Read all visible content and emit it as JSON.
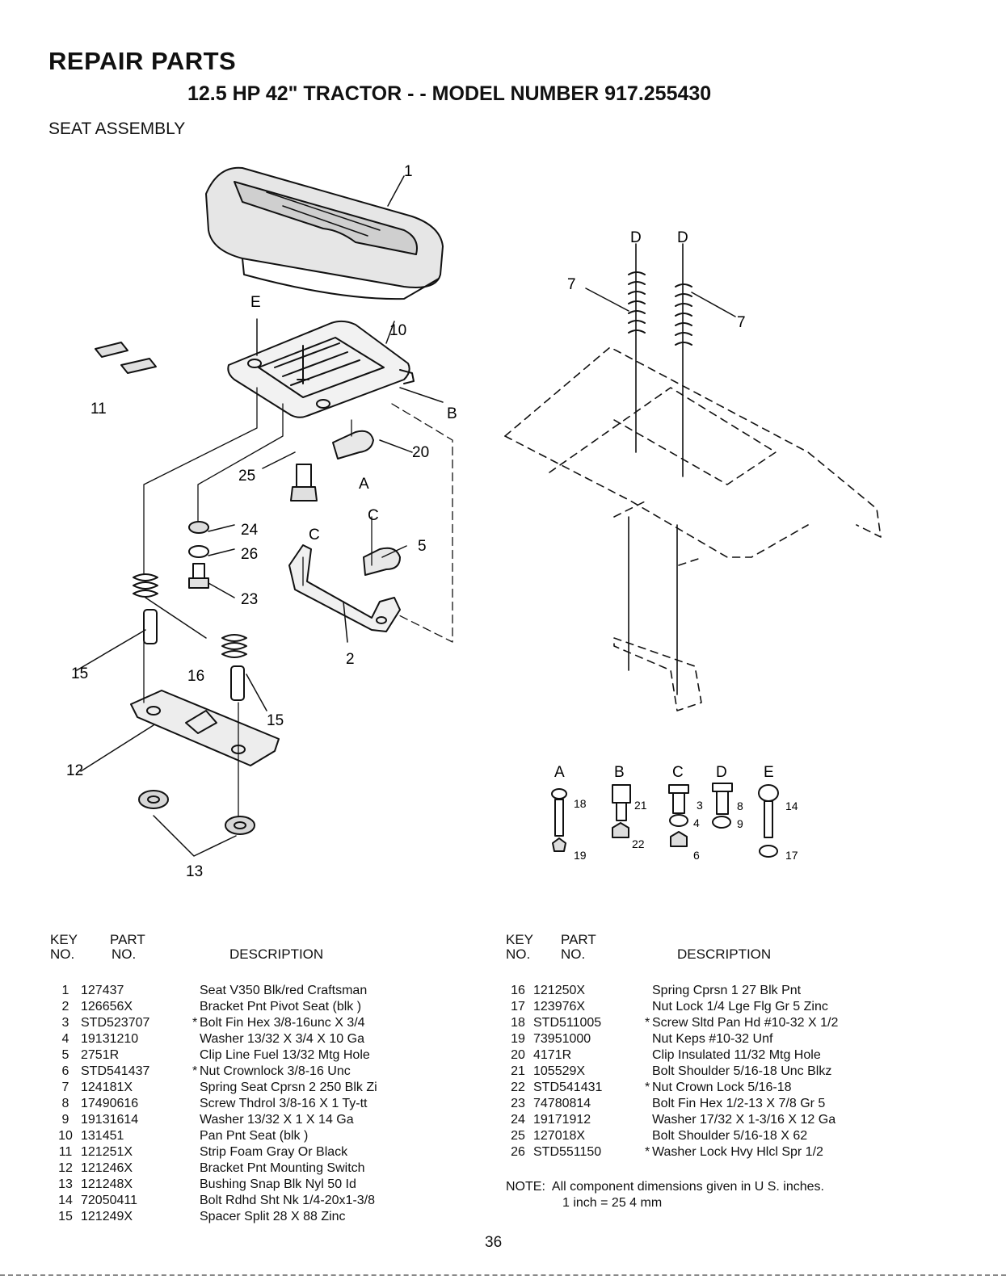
{
  "header": {
    "title": "REPAIR PARTS",
    "subtitle": "12.5 HP 42\" TRACTOR - - MODEL NUMBER 917.255430",
    "section": "SEAT ASSEMBLY"
  },
  "diagram": {
    "callouts": [
      "1",
      "10",
      "11",
      "25",
      "20",
      "24",
      "26",
      "23",
      "5",
      "2",
      "15",
      "16",
      "15",
      "12",
      "13",
      "7",
      "7"
    ],
    "letters": [
      "E",
      "B",
      "A",
      "C",
      "C",
      "D",
      "D"
    ],
    "hardware_letters": [
      "A",
      "B",
      "C",
      "D",
      "E"
    ],
    "hardware_numbers": [
      "18",
      "19",
      "21",
      "22",
      "3",
      "4",
      "6",
      "8",
      "9",
      "14",
      "17"
    ]
  },
  "table_headers": {
    "key_line1": "KEY",
    "key_line2": "NO.",
    "part_line1": "PART",
    "part_line2": "NO.",
    "description": "DESCRIPTION"
  },
  "parts_left": [
    {
      "key": "1",
      "part": "127437",
      "star": "",
      "desc": "Seat V350 Blk/red Craftsman"
    },
    {
      "key": "2",
      "part": "126656X",
      "star": "",
      "desc": "Bracket Pnt Pivot Seat (blk )"
    },
    {
      "key": "3",
      "part": "STD523707",
      "star": "*",
      "desc": "Bolt Fin Hex 3/8-16unc X 3/4"
    },
    {
      "key": "4",
      "part": "19131210",
      "star": "",
      "desc": "Washer 13/32 X 3/4 X 10 Ga"
    },
    {
      "key": "5",
      "part": "2751R",
      "star": "",
      "desc": "Clip Line Fuel 13/32 Mtg Hole"
    },
    {
      "key": "6",
      "part": "STD541437",
      "star": "*",
      "desc": "Nut Crownlock 3/8-16 Unc"
    },
    {
      "key": "7",
      "part": "124181X",
      "star": "",
      "desc": "Spring Seat Cprsn 2 250 Blk Zi"
    },
    {
      "key": "8",
      "part": "17490616",
      "star": "",
      "desc": "Screw Thdrol 3/8-16 X 1 Ty-tt"
    },
    {
      "key": "9",
      "part": "19131614",
      "star": "",
      "desc": "Washer 13/32 X 1 X 14 Ga"
    },
    {
      "key": "10",
      "part": "131451",
      "star": "",
      "desc": "Pan Pnt Seat (blk )"
    },
    {
      "key": "11",
      "part": "121251X",
      "star": "",
      "desc": "Strip Foam Gray Or Black"
    },
    {
      "key": "12",
      "part": "121246X",
      "star": "",
      "desc": "Bracket Pnt Mounting Switch"
    },
    {
      "key": "13",
      "part": "121248X",
      "star": "",
      "desc": "Bushing Snap Blk Nyl 50 Id"
    },
    {
      "key": "14",
      "part": "72050411",
      "star": "",
      "desc": "Bolt Rdhd Sht Nk 1/4-20x1-3/8"
    },
    {
      "key": "15",
      "part": "121249X",
      "star": "",
      "desc": "Spacer Split 28 X 88 Zinc"
    }
  ],
  "parts_right": [
    {
      "key": "16",
      "part": "121250X",
      "star": "",
      "desc": "Spring Cprsn 1 27 Blk Pnt"
    },
    {
      "key": "17",
      "part": "123976X",
      "star": "",
      "desc": "Nut Lock 1/4 Lge Flg Gr 5 Zinc"
    },
    {
      "key": "18",
      "part": "STD511005",
      "star": "*",
      "desc": "Screw Sltd Pan Hd #10-32 X 1/2"
    },
    {
      "key": "19",
      "part": "73951000",
      "star": "",
      "desc": "Nut Keps #10-32 Unf"
    },
    {
      "key": "20",
      "part": "4171R",
      "star": "",
      "desc": "Clip Insulated 11/32 Mtg Hole"
    },
    {
      "key": "21",
      "part": "105529X",
      "star": "",
      "desc": "Bolt Shoulder 5/16-18 Unc Blkz"
    },
    {
      "key": "22",
      "part": "STD541431",
      "star": "*",
      "desc": "Nut Crown Lock 5/16-18"
    },
    {
      "key": "23",
      "part": "74780814",
      "star": "",
      "desc": "Bolt Fin Hex 1/2-13 X 7/8 Gr 5"
    },
    {
      "key": "24",
      "part": "19171912",
      "star": "",
      "desc": "Washer 17/32 X 1-3/16 X 12 Ga"
    },
    {
      "key": "25",
      "part": "127018X",
      "star": "",
      "desc": "Bolt Shoulder 5/16-18 X 62"
    },
    {
      "key": "26",
      "part": "STD551150",
      "star": "*",
      "desc": "Washer Lock Hvy Hlcl Spr 1/2"
    }
  ],
  "note": {
    "label": "NOTE:",
    "line1": "All component dimensions given in U S. inches.",
    "line2": "1 inch = 25 4 mm"
  },
  "page_number": "36"
}
